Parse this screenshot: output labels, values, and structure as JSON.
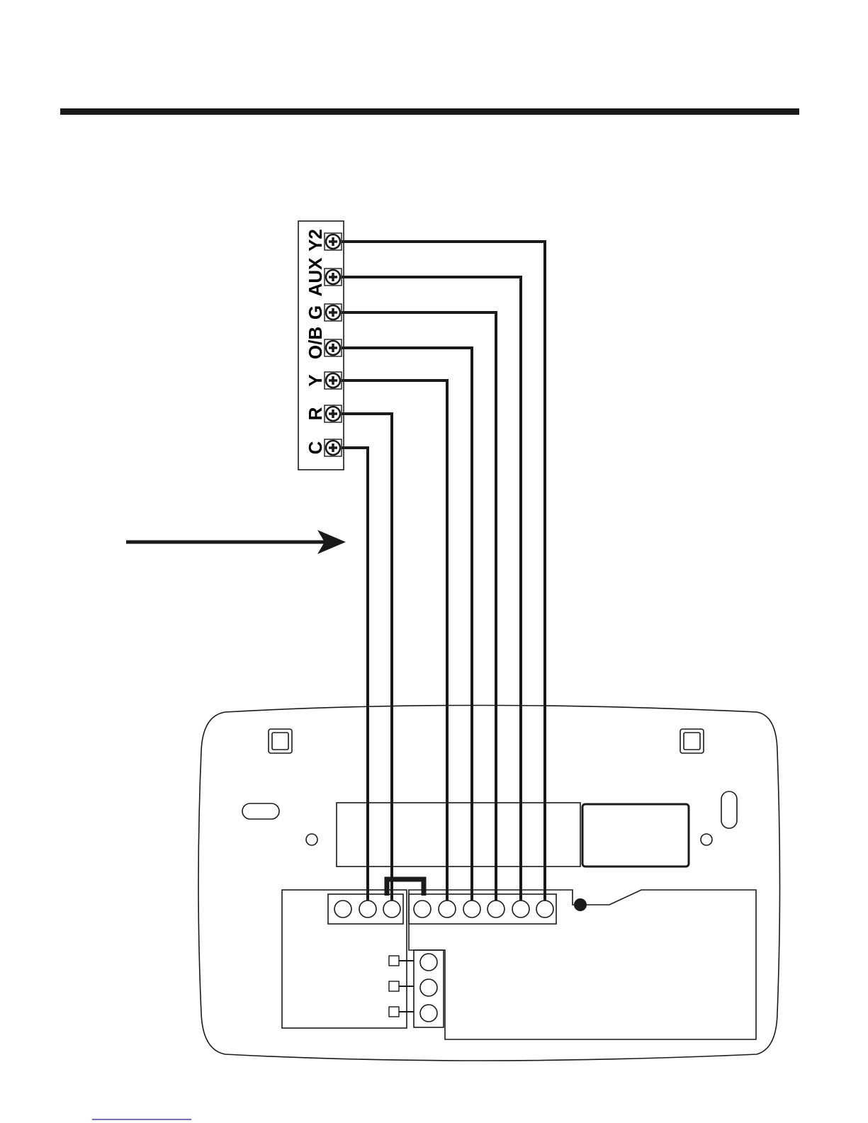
{
  "diagram": {
    "terminal_labels": [
      "C",
      "R",
      "Y",
      "O/B",
      "G",
      "AUX",
      "Y2"
    ],
    "colors": {
      "ink": "#1a1a1a",
      "footer_rule": "#3b3bdc",
      "background": "#ffffff"
    },
    "icons": {
      "terminal_screw": "plus-screw-icon",
      "direction_arrow": "right-arrow-icon"
    }
  }
}
